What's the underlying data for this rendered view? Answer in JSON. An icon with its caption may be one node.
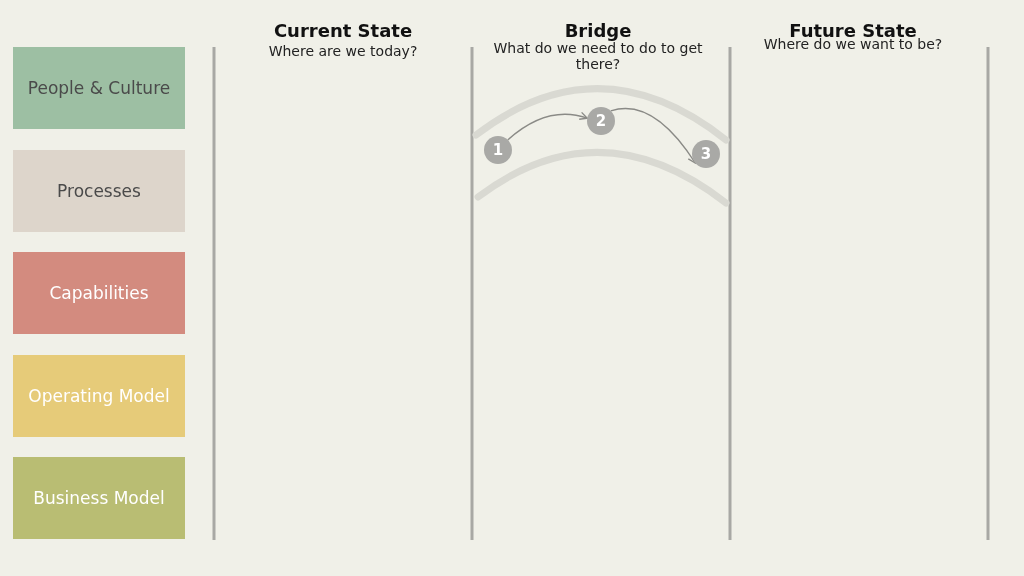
{
  "diagram": {
    "nodes": [
      {
        "text": [
          "People & Culture"
        ]
      },
      {
        "text": [
          "Processes"
        ]
      },
      {
        "text": [
          "Capabilities"
        ]
      },
      {
        "text": [
          "Operating Model"
        ]
      },
      {
        "text": [
          "Business Model"
        ]
      },
      {
        "text": [
          "1"
        ]
      },
      {
        "text": [
          "2"
        ]
      },
      {
        "text": [
          "3"
        ]
      }
    ],
    "edges": [
      {
        "from": 5,
        "to": 6,
        "arrow": "to"
      },
      {
        "from": 6,
        "to": 7,
        "arrow": "to"
      }
    ],
    "labels": [
      "Current State",
      "Where are we today?",
      "Bridge",
      "What do we need to do to get there?",
      "Future State",
      "Where do we want to be?"
    ]
  }
}
